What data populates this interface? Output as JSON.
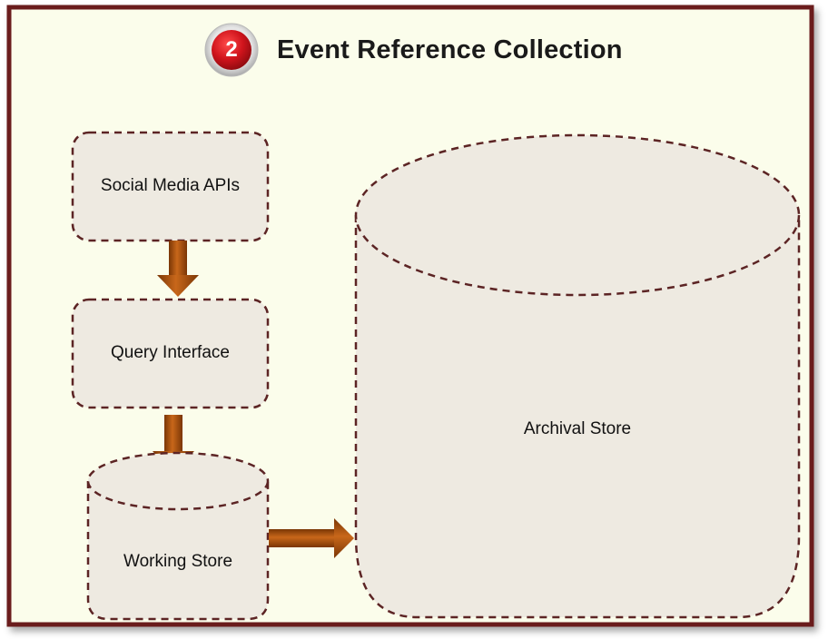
{
  "diagram": {
    "step_number": "2",
    "title": "Event Reference Collection",
    "nodes": {
      "social_media_apis": "Social Media APIs",
      "query_interface": "Query Interface",
      "working_store": "Working Store",
      "archival_store": "Archival Store"
    }
  },
  "colors": {
    "background": "#fbfdeb",
    "frame_border": "#6b1f1f",
    "node_fill": "#eeeae1",
    "node_border": "#5c2424",
    "arrow": "#a8530e",
    "badge": "#c8141b"
  }
}
